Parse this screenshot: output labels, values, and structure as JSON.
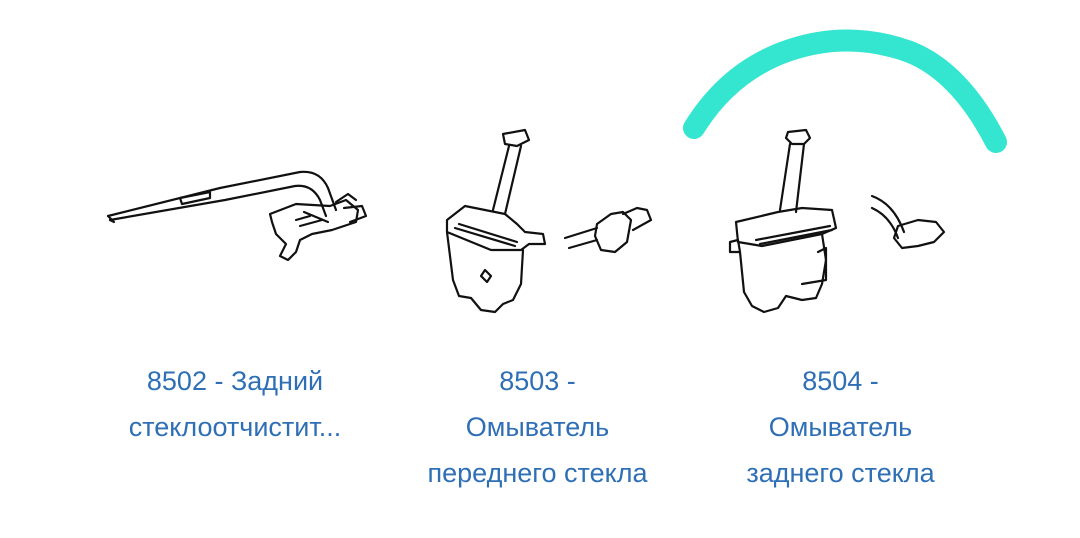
{
  "parts": [
    {
      "code": "8502",
      "line1": "8502 - Задний",
      "line2": "стеклоотчистит...",
      "line3": "",
      "image": "rear-wiper-diagram"
    },
    {
      "code": "8503",
      "line1": "8503 -",
      "line2": "Омыватель",
      "line3": "переднего стекла",
      "image": "front-washer-diagram"
    },
    {
      "code": "8504",
      "line1": "8504 -",
      "line2": "Омыватель",
      "line3": "заднего стекла",
      "image": "rear-washer-diagram"
    }
  ],
  "colors": {
    "link": "#2f6fb5",
    "highlight": "#34e6cf"
  }
}
